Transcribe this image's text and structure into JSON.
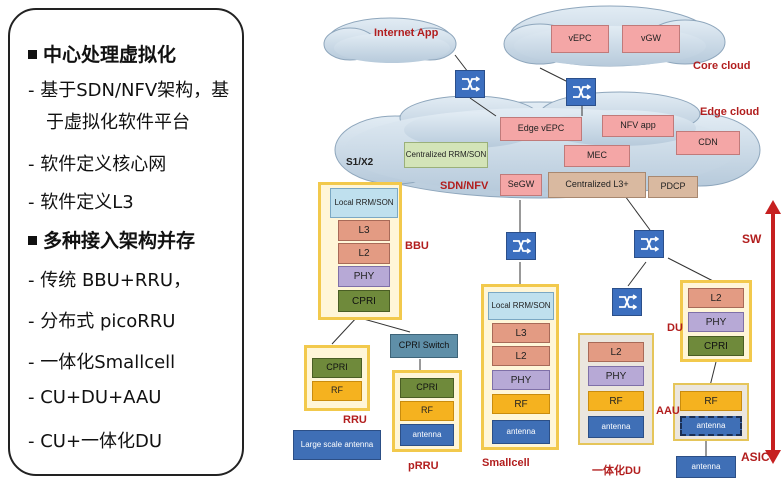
{
  "left_panel": {
    "heading1": "中心处理虚拟化",
    "item1_line1": "- 基于SDN/NFV架构，基",
    "item1_line2": "于虚拟化软件平台",
    "item2": "- 软件定义核心网",
    "item3": "- 软件定义L3",
    "heading2": "多种接入架构并存",
    "item4": "- 传统 BBU+RRU，",
    "item5": "- 分布式 picoRRU",
    "item6": "- 一体化Smallcell",
    "item7": "- CU+DU+AAU",
    "item8": "- CU+一体化DU"
  },
  "clouds": {
    "internet": "Internet App",
    "core": "Core cloud",
    "edge": "Edge cloud",
    "sdn_nfv": "SDN/NFV",
    "s1x2": "S1/X2"
  },
  "core_boxes": {
    "vepc": "vEPC",
    "vgw": "vGW"
  },
  "edge_boxes": {
    "centralized_rrm": "Centralized RRM/SON",
    "edge_vepc": "Edge vEPC",
    "nfv_app": "NFV app",
    "cdn": "CDN",
    "mec": "MEC",
    "segw": "SeGW",
    "centralized_l3": "Centralized L3+",
    "pdcp": "PDCP"
  },
  "bbu": {
    "label": "BBU",
    "local_rrm": "Local RRM/SON",
    "l3": "L3",
    "l2": "L2",
    "phy": "PHY",
    "cpri": "CPRI"
  },
  "rru": {
    "label": "RRU",
    "cpri": "CPRI",
    "rf": "RF",
    "antenna": "Large scale antenna"
  },
  "prru": {
    "label": "pRRU",
    "switch": "CPRI Switch",
    "cpri": "CPRI",
    "rf": "RF",
    "antenna": "antenna"
  },
  "smallcell": {
    "label": "Smallcell",
    "local_rrm": "Local RRM/SON",
    "l3": "L3",
    "l2": "L2",
    "phy": "PHY",
    "rf": "RF",
    "antenna": "antenna"
  },
  "integrated_du": {
    "label": "一体化DU",
    "l2": "L2",
    "phy": "PHY",
    "rf": "RF",
    "antenna": "antenna"
  },
  "du": {
    "label": "DU",
    "l2": "L2",
    "phy": "PHY",
    "cpri": "CPRI"
  },
  "aau": {
    "label": "AAU",
    "rf": "RF",
    "antenna": "antenna",
    "ext_antenna": "antenna"
  },
  "axis": {
    "top": "SW",
    "bottom": "ASIC"
  },
  "colors": {
    "red_label": "#b21e1e",
    "cloud": "#c7d7e4",
    "switch": "#3c6fbf",
    "frame": "#f2c94c"
  }
}
